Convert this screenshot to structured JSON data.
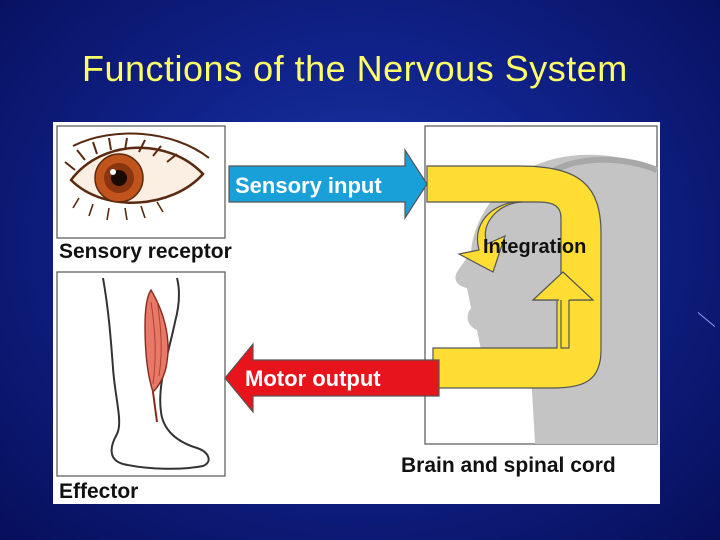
{
  "slide": {
    "title": "Functions of the Nervous System"
  },
  "diagram": {
    "sensory_input_label": "Sensory input",
    "integration_label": "Integration",
    "motor_output_label": "Motor output",
    "sensory_receptor_label": "Sensory receptor",
    "effector_label": "Effector",
    "brain_label": "Brain and spinal cord"
  },
  "colors": {
    "background": "#10228a",
    "title": "#ffff66",
    "sensory_arrow": "#1aa0d8",
    "motor_arrow": "#e8141c",
    "integration_loop": "#ffdd33",
    "head_silhouette": "#c4c4c4"
  }
}
